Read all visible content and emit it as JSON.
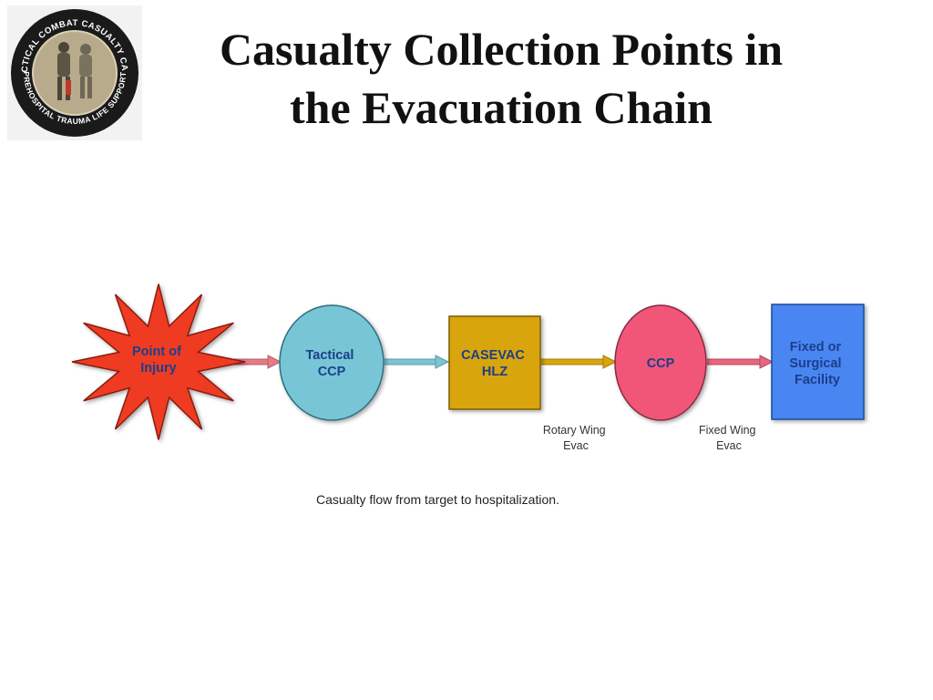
{
  "slide": {
    "title_line1": "Casualty Collection Points in",
    "title_line2": "the Evacuation Chain",
    "caption": "Casualty flow from target to hospitalization."
  },
  "logo": {
    "ring_text_top": "TACTICAL COMBAT CASUALTY CARE",
    "ring_text_bottom": "PREHOSPITAL TRAUMA LIFE SUPPORT",
    "ring_color": "#1a1a1a",
    "inner_color": "#b8ab8c"
  },
  "diagram": {
    "nodes": [
      {
        "id": "point-of-injury",
        "shape": "starburst",
        "lines": [
          "Point of",
          "Injury"
        ],
        "fill": "#ef3b24",
        "text_color": "#1b3f8b"
      },
      {
        "id": "tactical-ccp",
        "shape": "ellipse",
        "lines": [
          "Tactical",
          "CCP"
        ],
        "fill": "#78c5d6",
        "text_color": "#1b3f8b"
      },
      {
        "id": "casevac-hlz",
        "shape": "rectangle",
        "lines": [
          "CASEVAC",
          "HLZ"
        ],
        "fill": "#d8a50c",
        "text_color": "#1b3f8b"
      },
      {
        "id": "ccp",
        "shape": "ellipse",
        "lines": [
          "CCP"
        ],
        "fill": "#f15778",
        "text_color": "#1b3f8b"
      },
      {
        "id": "fixed-surgical-facility",
        "shape": "rectangle",
        "lines": [
          "Fixed or",
          "Surgical",
          "Facility"
        ],
        "fill": "#4a86f2",
        "text_color": "#1b3f8b"
      }
    ],
    "links": [
      {
        "from": "point-of-injury",
        "to": "tactical-ccp",
        "color": "#e87a86",
        "label": []
      },
      {
        "from": "tactical-ccp",
        "to": "casevac-hlz",
        "color": "#7cc4d4",
        "label": []
      },
      {
        "from": "casevac-hlz",
        "to": "ccp",
        "color": "#d9a50e",
        "label": [
          "Rotary Wing",
          "Evac"
        ]
      },
      {
        "from": "ccp",
        "to": "fixed-surgical-facility",
        "color": "#e8677e",
        "label": [
          "Fixed Wing",
          "Evac"
        ]
      }
    ]
  }
}
